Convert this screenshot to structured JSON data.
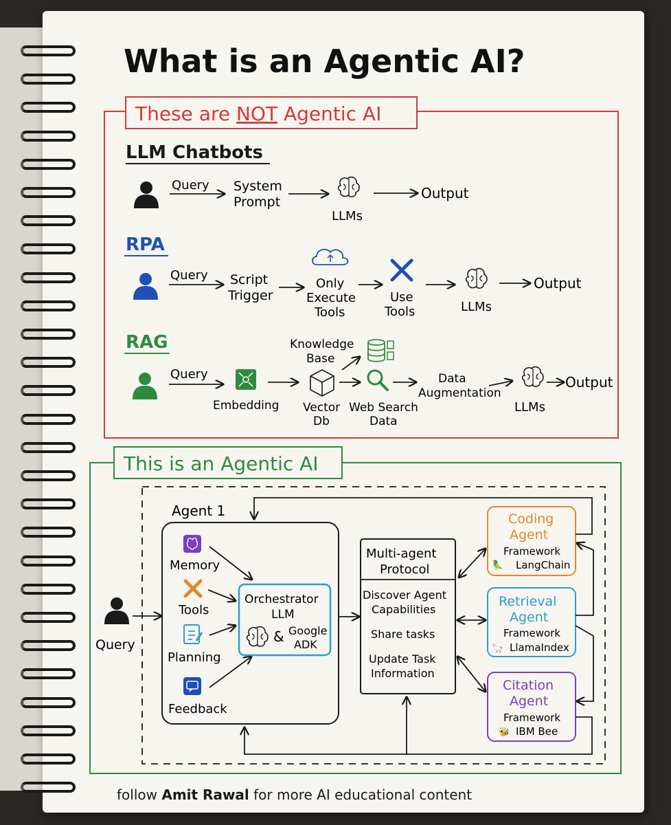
{
  "title": "What is an Agentic AI?",
  "not_section": {
    "heading_pre": "These are ",
    "heading_not": "NOT",
    "heading_post": " Agentic AI",
    "llm": {
      "heading": "LLM Chatbots",
      "query": "Query",
      "system": "System",
      "prompt": "Prompt",
      "llms": "LLMs",
      "output": "Output"
    },
    "rpa": {
      "heading": "RPA",
      "query": "Query",
      "script": "Script",
      "trigger": "Trigger",
      "only": "Only",
      "execute": "Execute",
      "tools": "Tools",
      "use": "Use",
      "use_tools": "Tools",
      "llms": "LLMs",
      "output": "Output"
    },
    "rag": {
      "heading": "RAG",
      "query": "Query",
      "knowledge": "Knowledge",
      "base": "Base",
      "embedding": "Embedding",
      "vector": "Vector",
      "db": "Db",
      "web_search": "Web Search",
      "data": "Data",
      "data_aug1": "Data",
      "data_aug2": "Augmentation",
      "llms": "LLMs",
      "output": "Output"
    }
  },
  "agentic_section": {
    "heading": "This is an Agentic AI",
    "agent1": "Agent 1",
    "query": "Query",
    "memory": "Memory",
    "tools": "Tools",
    "planning": "Planning",
    "feedback": "Feedback",
    "orch1": "Orchestrator",
    "orch2": "LLM",
    "amp": "&",
    "google": "Google",
    "adk": "ADK",
    "map1": "Multi-agent",
    "map2": "Protocol",
    "discover1": "Discover Agent",
    "discover2": "Capabilities",
    "share": "Share tasks",
    "update1": "Update Task",
    "update2": "Information",
    "coding1": "Coding",
    "coding2": "Agent",
    "coding_fw": "Framework",
    "coding_lib": "LangChain",
    "retrieval1": "Retrieval",
    "retrieval2": "Agent",
    "retrieval_fw": "Framework",
    "retrieval_lib": "LlamaIndex",
    "citation1": "Citation",
    "citation2": "Agent",
    "citation_fw": "Framework",
    "citation_lib": "IBM Bee"
  },
  "footer": {
    "pre": "follow ",
    "name": "Amit Rawal",
    "post": " for more AI educational content"
  },
  "colors": {
    "red": "#d03a3a",
    "green": "#2e8b3e",
    "blue": "#1f4fb8",
    "orange": "#e08a2a",
    "cyan": "#2a9fc9",
    "purple": "#7a3fbf",
    "ink": "#1a1a1a"
  }
}
